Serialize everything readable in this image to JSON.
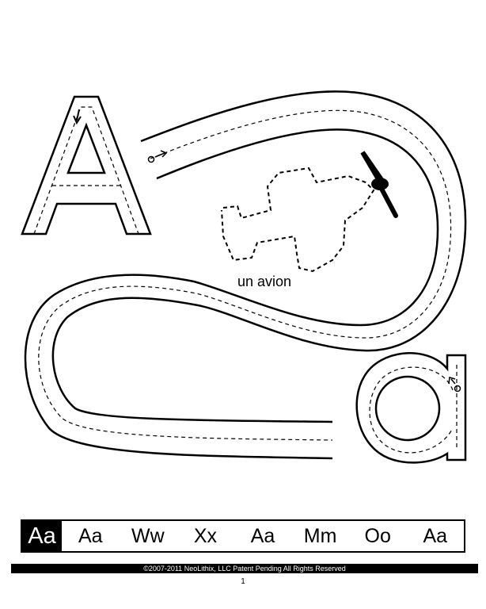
{
  "worksheet": {
    "word": "un avion",
    "upper_letter": "A",
    "lower_letter": "a"
  },
  "letter_strip": {
    "key": "Aa",
    "items": [
      "Aa",
      "Ww",
      "Xx",
      "Aa",
      "Mm",
      "Oo",
      "Aa"
    ]
  },
  "footer": {
    "copyright": "©2007-2011 NeoLithix, LLC  Patent Pending  All Rights Reserved",
    "page_number": "1"
  },
  "colors": {
    "ink": "#000000",
    "paper": "#ffffff"
  },
  "icons": [
    "airplane-outline-icon",
    "propeller-icon",
    "trace-start-arrow-icon"
  ]
}
